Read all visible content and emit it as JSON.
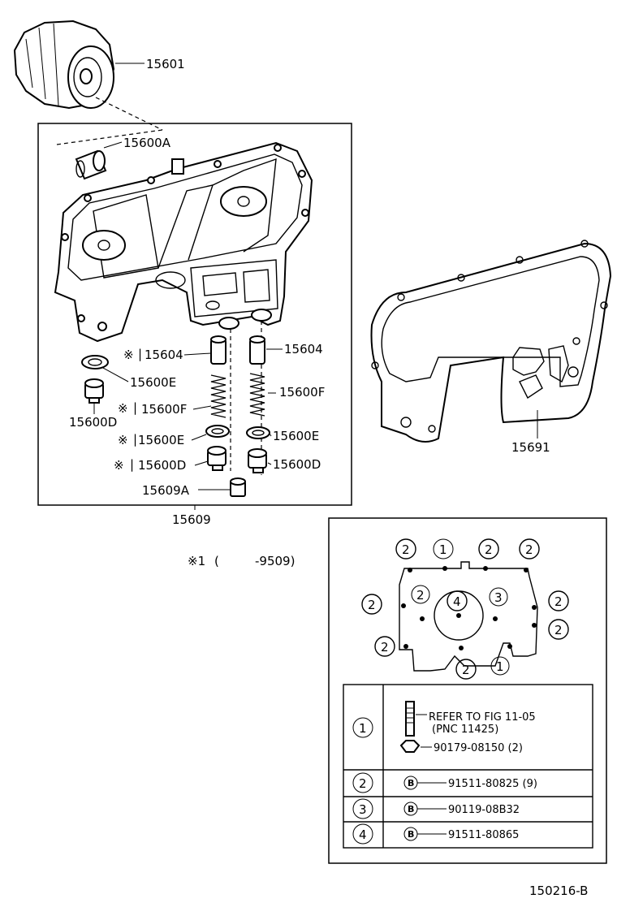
{
  "labels": {
    "p15601": "15601",
    "p15600A": "15600A",
    "p15604_left": "15604",
    "p15604_right": "15604",
    "p15600E_outer": "15600E",
    "p15600D_outer": "15600D",
    "p15600F_left": "15600F",
    "p15600F_right": "15600F",
    "p15600E_left": "15600E",
    "p15600E_right": "15600E",
    "p15600D_left": "15600D",
    "p15600D_right": "15600D",
    "p15609A": "15609A",
    "p15609": "15609",
    "p15691": "15691"
  },
  "marks": {
    "ref_star": "※",
    "ref_bar": "|"
  },
  "footnote": {
    "marker": "※1",
    "open": "(",
    "value": "-9509)"
  },
  "bolt_plan": {
    "circle_labels": [
      "2",
      "1",
      "2",
      "2",
      "2",
      "2",
      "4",
      "3",
      "2",
      "2",
      "2",
      "2",
      "1"
    ]
  },
  "legend": {
    "rows": [
      {
        "key": "1",
        "lines": [
          "REFER TO FIG 11-05",
          "(PNC 11425)",
          "90179-08150 (2)"
        ]
      },
      {
        "key": "2",
        "badge": "B",
        "part": "91511-80825 (9)"
      },
      {
        "key": "3",
        "badge": "B",
        "part": "90119-08B32"
      },
      {
        "key": "4",
        "badge": "B",
        "part": "91511-80865"
      }
    ]
  },
  "figure_id": "150216-B"
}
